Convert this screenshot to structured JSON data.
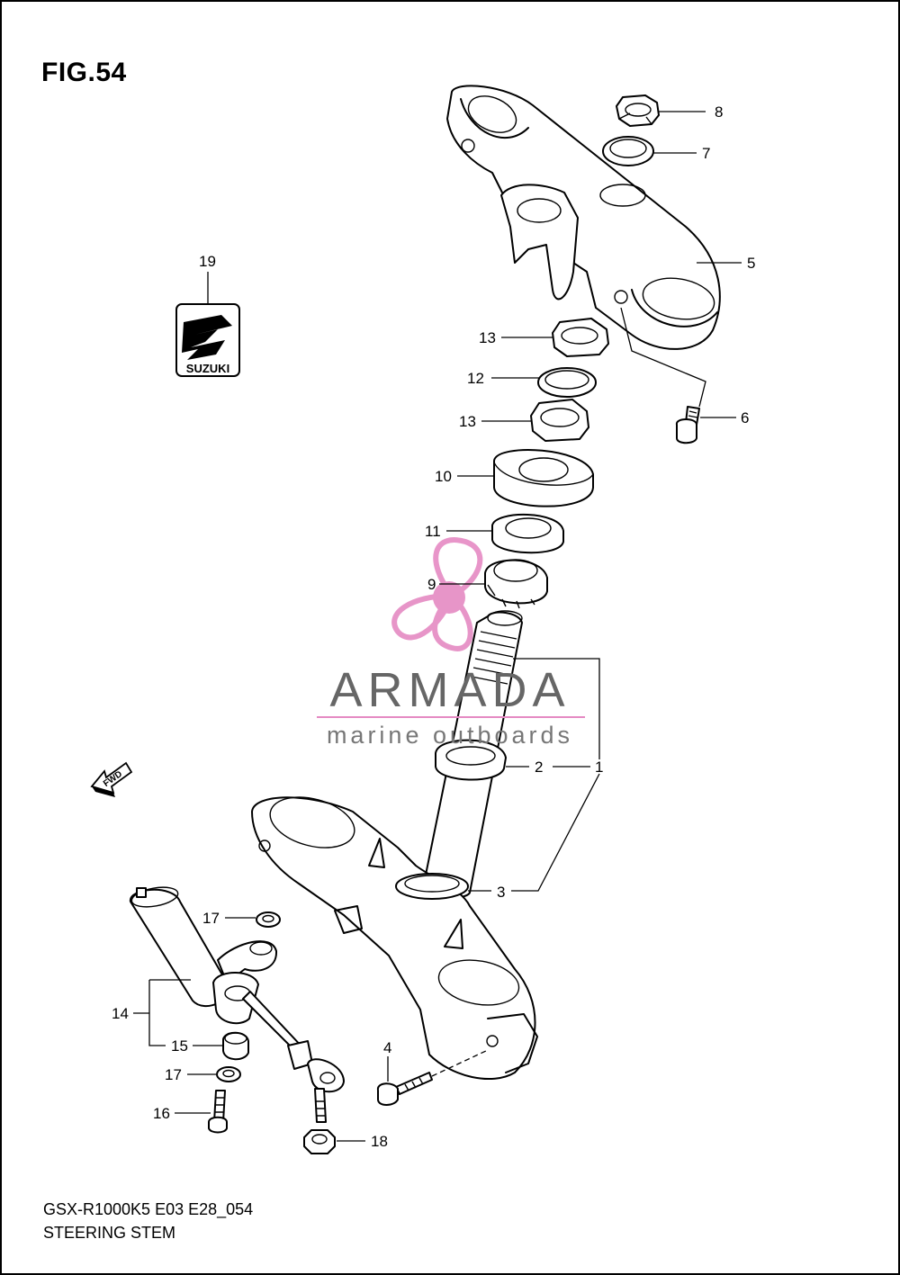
{
  "figure": {
    "title": "FIG.54",
    "model_code": "GSX-R1000K5 E03 E28_054",
    "section_name": "STEERING STEM"
  },
  "emblem": {
    "text": "SUZUKI"
  },
  "direction_marker": {
    "text": "FWD"
  },
  "watermark": {
    "brand": "ARMADA",
    "tagline": "marine outboards",
    "logo_color": "#e58ac3"
  },
  "callouts": {
    "c1": "1",
    "c2": "2",
    "c3": "3",
    "c4": "4",
    "c5": "5",
    "c6": "6",
    "c7": "7",
    "c8": "8",
    "c9": "9",
    "c10": "10",
    "c11": "11",
    "c12": "12",
    "c13a": "13",
    "c13b": "13",
    "c14": "14",
    "c15": "15",
    "c16": "16",
    "c17a": "17",
    "c17b": "17",
    "c18": "18",
    "c19": "19"
  }
}
